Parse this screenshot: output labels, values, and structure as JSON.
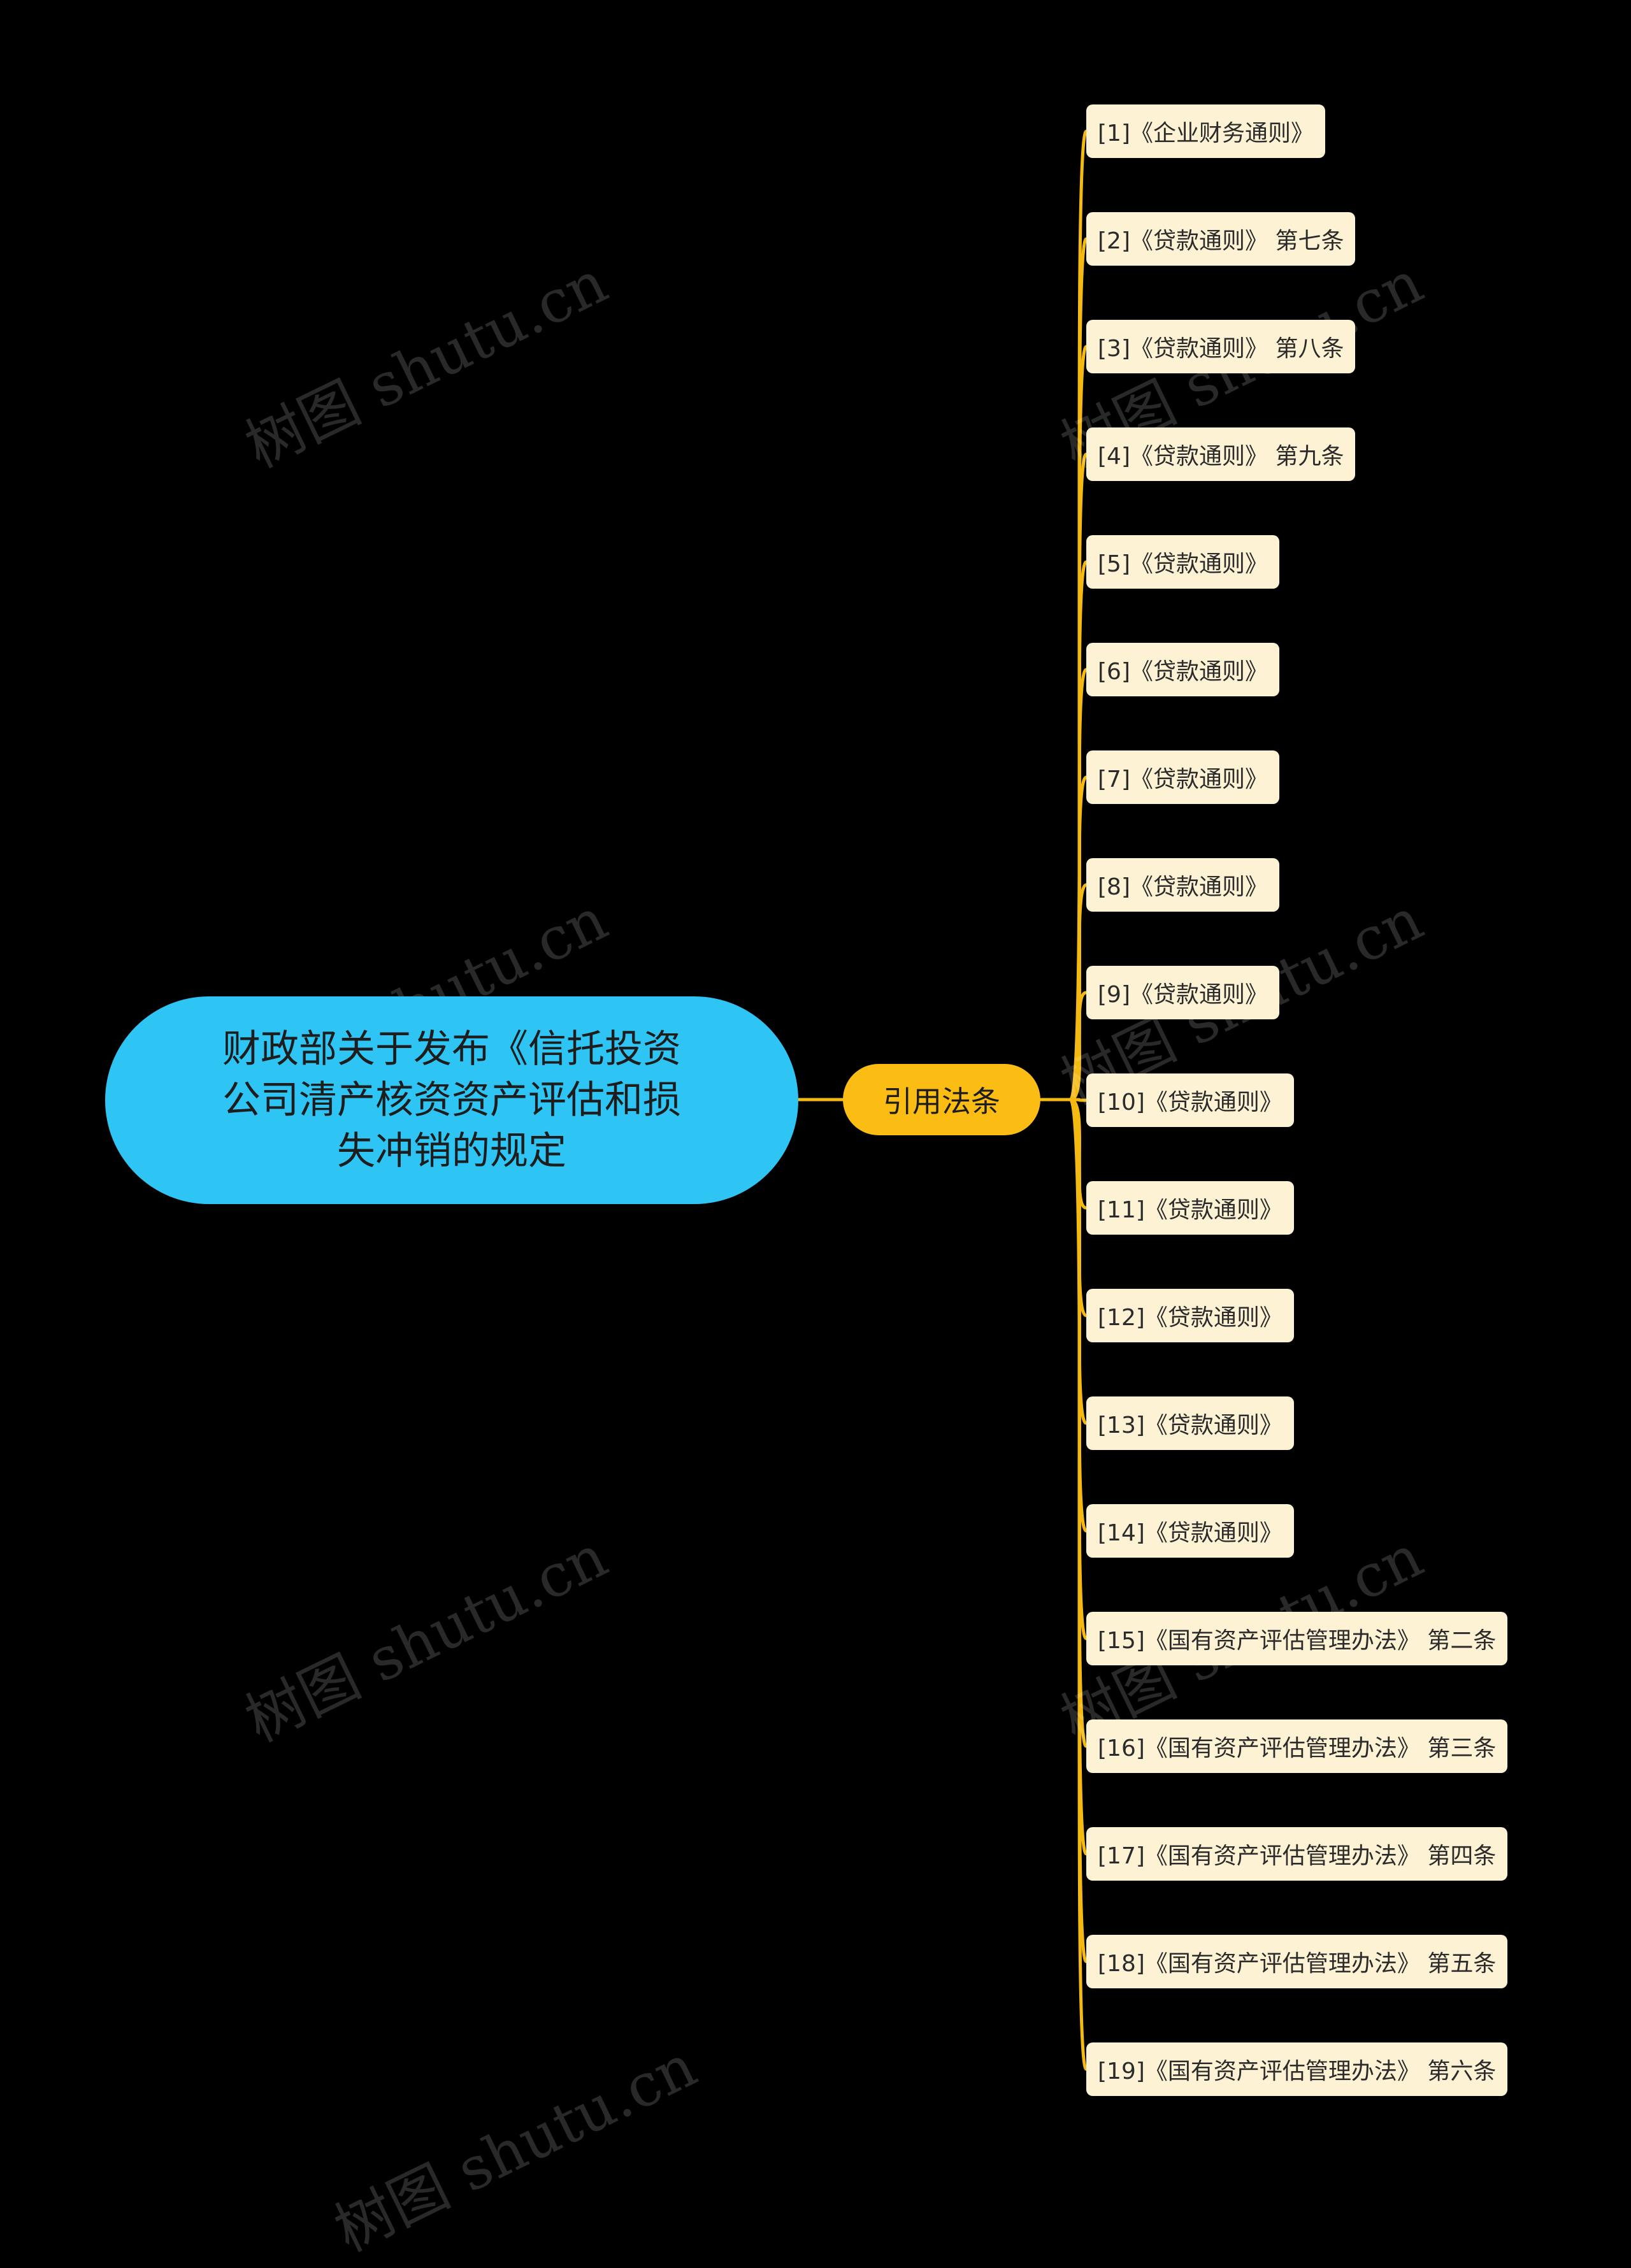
{
  "root": {
    "label": "财政部关于发布《信托投资公司清产核资资产评估和损失冲销的规定"
  },
  "branch": {
    "label": "引用法条"
  },
  "leaves": [
    "[1]《企业财务通则》",
    "[2]《贷款通则》 第七条",
    "[3]《贷款通则》 第八条",
    "[4]《贷款通则》 第九条",
    "[5]《贷款通则》",
    "[6]《贷款通则》",
    "[7]《贷款通则》",
    "[8]《贷款通则》",
    "[9]《贷款通则》",
    "[10]《贷款通则》",
    "[11]《贷款通则》",
    "[12]《贷款通则》",
    "[13]《贷款通则》",
    "[14]《贷款通则》",
    "[15]《国有资产评估管理办法》 第二条",
    "[16]《国有资产评估管理办法》 第三条",
    "[17]《国有资产评估管理办法》 第四条",
    "[18]《国有资产评估管理办法》 第五条",
    "[19]《国有资产评估管理办法》 第六条"
  ],
  "watermark": "树图 shutu.cn",
  "colors": {
    "background": "#000000",
    "root_fill": "#2EC4F4",
    "branch_fill": "#FBBC13",
    "leaf_fill": "#FDF2D3",
    "connector": "#F5B914"
  }
}
